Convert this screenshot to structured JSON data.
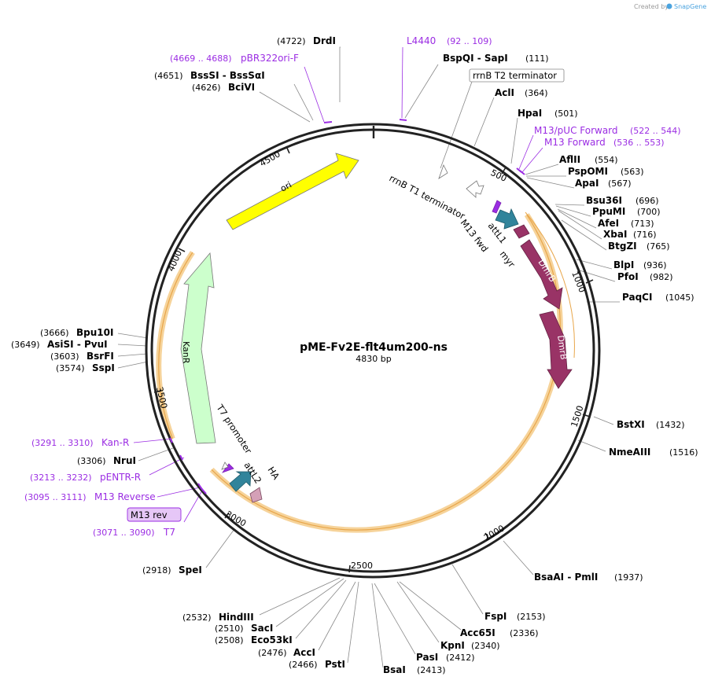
{
  "header": {
    "credit_prefix": "Created by",
    "credit_brand": "SnapGene"
  },
  "plasmid": {
    "name": "pME-Fv2E-flt4um200-ns",
    "length_label": "4830 bp",
    "length": 4830
  },
  "ticks": [
    "500",
    "1000",
    "1500",
    "2000",
    "2500",
    "3000",
    "3500",
    "4000",
    "4500"
  ],
  "sites": [
    {
      "name": "DrdI",
      "pos": "(4722)",
      "bp": 4722,
      "side": "left"
    },
    {
      "name": "BssSI  -  BssSαI",
      "pos": "(4651)",
      "bp": 4651,
      "side": "left"
    },
    {
      "name": "BciVI",
      "pos": "(4626)",
      "bp": 4626,
      "side": "left"
    },
    {
      "name": "BspQI  -  SapI",
      "pos": "(111)",
      "bp": 111,
      "side": "right"
    },
    {
      "name": "AclI",
      "pos": "(364)",
      "bp": 364,
      "side": "right"
    },
    {
      "name": "HpaI",
      "pos": "(501)",
      "bp": 501,
      "side": "right"
    },
    {
      "name": "AflII",
      "pos": "(554)",
      "bp": 554,
      "side": "right"
    },
    {
      "name": "PspOMI",
      "pos": "(563)",
      "bp": 563,
      "side": "right"
    },
    {
      "name": "ApaI",
      "pos": "(567)",
      "bp": 567,
      "side": "right"
    },
    {
      "name": "Bsu36I",
      "pos": "(696)",
      "bp": 696,
      "side": "right"
    },
    {
      "name": "PpuMI",
      "pos": "(700)",
      "bp": 700,
      "side": "right"
    },
    {
      "name": "AfeI",
      "pos": "(713)",
      "bp": 713,
      "side": "right"
    },
    {
      "name": "XbaI",
      "pos": "(716)",
      "bp": 716,
      "side": "right"
    },
    {
      "name": "BtgZI",
      "pos": "(765)",
      "bp": 765,
      "side": "right"
    },
    {
      "name": "BlpI",
      "pos": "(936)",
      "bp": 936,
      "side": "right"
    },
    {
      "name": "PfoI",
      "pos": "(982)",
      "bp": 982,
      "side": "right"
    },
    {
      "name": "PaqCI",
      "pos": "(1045)",
      "bp": 1045,
      "side": "right"
    },
    {
      "name": "BstXI",
      "pos": "(1432)",
      "bp": 1432,
      "side": "right"
    },
    {
      "name": "NmeAIII",
      "pos": "(1516)",
      "bp": 1516,
      "side": "right"
    },
    {
      "name": "BsaAI  -  PmlI",
      "pos": "(1937)",
      "bp": 1937,
      "side": "right"
    },
    {
      "name": "FspI",
      "pos": "(2153)",
      "bp": 2153,
      "side": "right"
    },
    {
      "name": "Acc65I",
      "pos": "(2336)",
      "bp": 2336,
      "side": "right"
    },
    {
      "name": "KpnI",
      "pos": "(2340)",
      "bp": 2340,
      "side": "right"
    },
    {
      "name": "PasI",
      "pos": "(2412)",
      "bp": 2412,
      "side": "right"
    },
    {
      "name": "BsaI",
      "pos": "(2413)",
      "bp": 2413,
      "side": "right"
    },
    {
      "name": "PstI",
      "pos": "(2466)",
      "bp": 2466,
      "side": "left"
    },
    {
      "name": "AccI",
      "pos": "(2476)",
      "bp": 2476,
      "side": "left"
    },
    {
      "name": "Eco53kI",
      "pos": "(2508)",
      "bp": 2508,
      "side": "left"
    },
    {
      "name": "SacI",
      "pos": "(2510)",
      "bp": 2510,
      "side": "left"
    },
    {
      "name": "HindIII",
      "pos": "(2532)",
      "bp": 2532,
      "side": "left"
    },
    {
      "name": "SpeI",
      "pos": "(2918)",
      "bp": 2918,
      "side": "left"
    },
    {
      "name": "NruI",
      "pos": "(3306)",
      "bp": 3306,
      "side": "left"
    },
    {
      "name": "SspI",
      "pos": "(3574)",
      "bp": 3574,
      "side": "left"
    },
    {
      "name": "BsrFI",
      "pos": "(3603)",
      "bp": 3603,
      "side": "left"
    },
    {
      "name": "AsiSI  -  PvuI",
      "pos": "(3649)",
      "bp": 3649,
      "side": "left"
    },
    {
      "name": "Bpu10I",
      "pos": "(3666)",
      "bp": 3666,
      "side": "left"
    }
  ],
  "primers": [
    {
      "name": "L4440",
      "pos": "(92 .. 109)",
      "bp": 100,
      "side": "right"
    },
    {
      "name": "M13/pUC Forward",
      "pos": "(522 .. 544)",
      "bp": 533,
      "side": "right"
    },
    {
      "name": "M13 Forward",
      "pos": "(536 .. 553)",
      "bp": 544,
      "side": "right"
    },
    {
      "name": "pBR322ori-F",
      "pos": "(4669 .. 4688)",
      "bp": 4678,
      "side": "left"
    },
    {
      "name": "Kan-R",
      "pos": "(3291 .. 3310)",
      "bp": 3300,
      "side": "left"
    },
    {
      "name": "pENTR-R",
      "pos": "(3213 .. 3232)",
      "bp": 3222,
      "side": "left"
    },
    {
      "name": "M13 Reverse",
      "pos": "(3095 .. 3111)",
      "bp": 3103,
      "side": "left"
    },
    {
      "name": "T7",
      "pos": "(3071 .. 3090)",
      "bp": 3080,
      "side": "left"
    }
  ],
  "boxed_labels": {
    "rrnb_t2": "rrnB T2 terminator",
    "m13_rev": "M13 rev"
  },
  "features": {
    "ori": "ori",
    "kanr": "KanR",
    "dmrb1": "DmrB",
    "dmrb2": "DmrB",
    "rrnb_t1": "rrnB T1 terminator",
    "attl1": "attL1",
    "m13_fwd": "M13 fwd",
    "myr": "myr",
    "t7_promoter": "T7 promoter",
    "attl2": "attL2",
    "ha": "HA"
  },
  "colors": {
    "ori": "#ffff00",
    "kanr": "#ccffcc",
    "dmrb": "#993366",
    "att": "#31849b",
    "primer": "#9b2de3",
    "ha": "#d4a0b7",
    "highlight": "#f6d39a"
  }
}
